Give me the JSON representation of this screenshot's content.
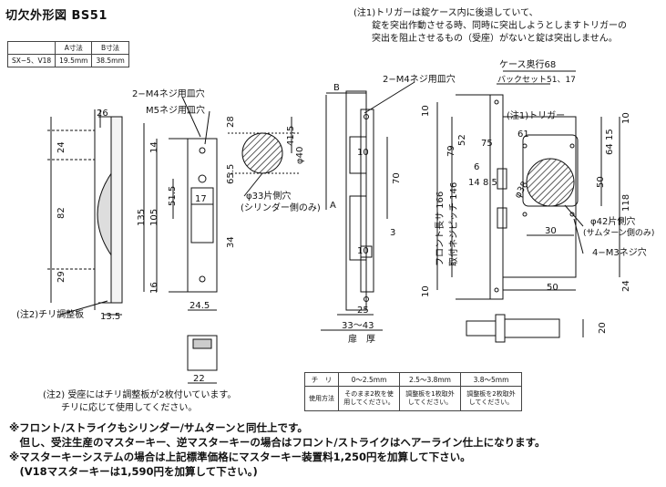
{
  "header": {
    "title": "切欠外形図  BS51"
  },
  "dim_table": {
    "headers": [
      "",
      "A寸法",
      "B寸法"
    ],
    "rows": [
      [
        "SX−5、V18",
        "19.5mm",
        "38.5mm"
      ]
    ]
  },
  "note1": "(注1)トリガーは錠ケース内に後退していて、\n　　錠を突出作動させる時、同時に突出しようとしますトリガーの\n　　突出を阻止させるもの（受座）がないと錠は突出しません。",
  "note2": "(注2) 受座にはチリ調整板が2枚付いています。\n　　チリに応じて使用してください。",
  "chiri_table": {
    "header": [
      "チ　リ",
      "0〜2.5mm",
      "2.5〜3.8mm",
      "3.8〜5mm"
    ],
    "row_label": "使用方法",
    "row_values": [
      "そのまま2枚を使用してください。",
      "調整板を1枚取外してください。",
      "調整板を2枚取外してください。"
    ]
  },
  "footer": "※フロント/ストライクもシリンダー/サムターンと同仕上です。\n　但し、受注生産のマスターキー、逆マスターキーの場合はフロント/ストライクはヘアーライン仕上になります。\n※マスターキーシステムの場合は上記標準価格にマスターキー装置料1,250円を加算して下さい。\n　(V18マスターキーは1,590円を加算して下さい。)",
  "labels": {
    "m4_screw_left": "2−M4ネジ用皿穴",
    "m5_screw": "M5ネジ用皿穴",
    "m4_screw_right": "2−M4ネジ用皿穴",
    "chiri_plate": "(注2)チリ調整板",
    "cyl_hole": "φ33片側穴",
    "cyl_side": "(シリンダー側のみ)",
    "case_depth": "ケース奥行68",
    "backset": "バックセット51、17",
    "trigger": "(注1)トリガー",
    "hole42": "φ42片側穴",
    "thumb_side": "(サムターン側のみ)",
    "m3_screw": "4−M3ネジ穴",
    "front_length": "フロント長サ 166",
    "pitch": "取付ネジピッチ 146",
    "door_thickness": "扉　厚",
    "A": "A",
    "B": "B"
  },
  "dims": {
    "d26": "26",
    "d24a": "24",
    "d82": "82",
    "d29": "29",
    "d13_5": "13.5",
    "d14": "14",
    "d51_5": "51.5",
    "d135": "135",
    "d105": "105",
    "d16": "16",
    "d17": "17",
    "d24_5": "24.5",
    "d22": "22",
    "d28": "28",
    "d41_5": "41.5",
    "d40": "φ40",
    "d65_5": "65.5",
    "d34": "34",
    "d10a": "10",
    "d70": "70",
    "d3": "3",
    "d10b": "10",
    "d25": "25",
    "d33_43": "33〜43",
    "d10c": "10",
    "d52": "52",
    "d79": "79",
    "d75": "75",
    "d61": "61",
    "d6": "6",
    "d14b": "14",
    "d85": "8.5",
    "d38": "φ38",
    "d10d": "10",
    "d15": "15",
    "d64": "64",
    "d50": "50",
    "d118": "118",
    "d30": "30",
    "d10e": "10",
    "d50b": "50",
    "d24b": "24",
    "d20": "20"
  }
}
